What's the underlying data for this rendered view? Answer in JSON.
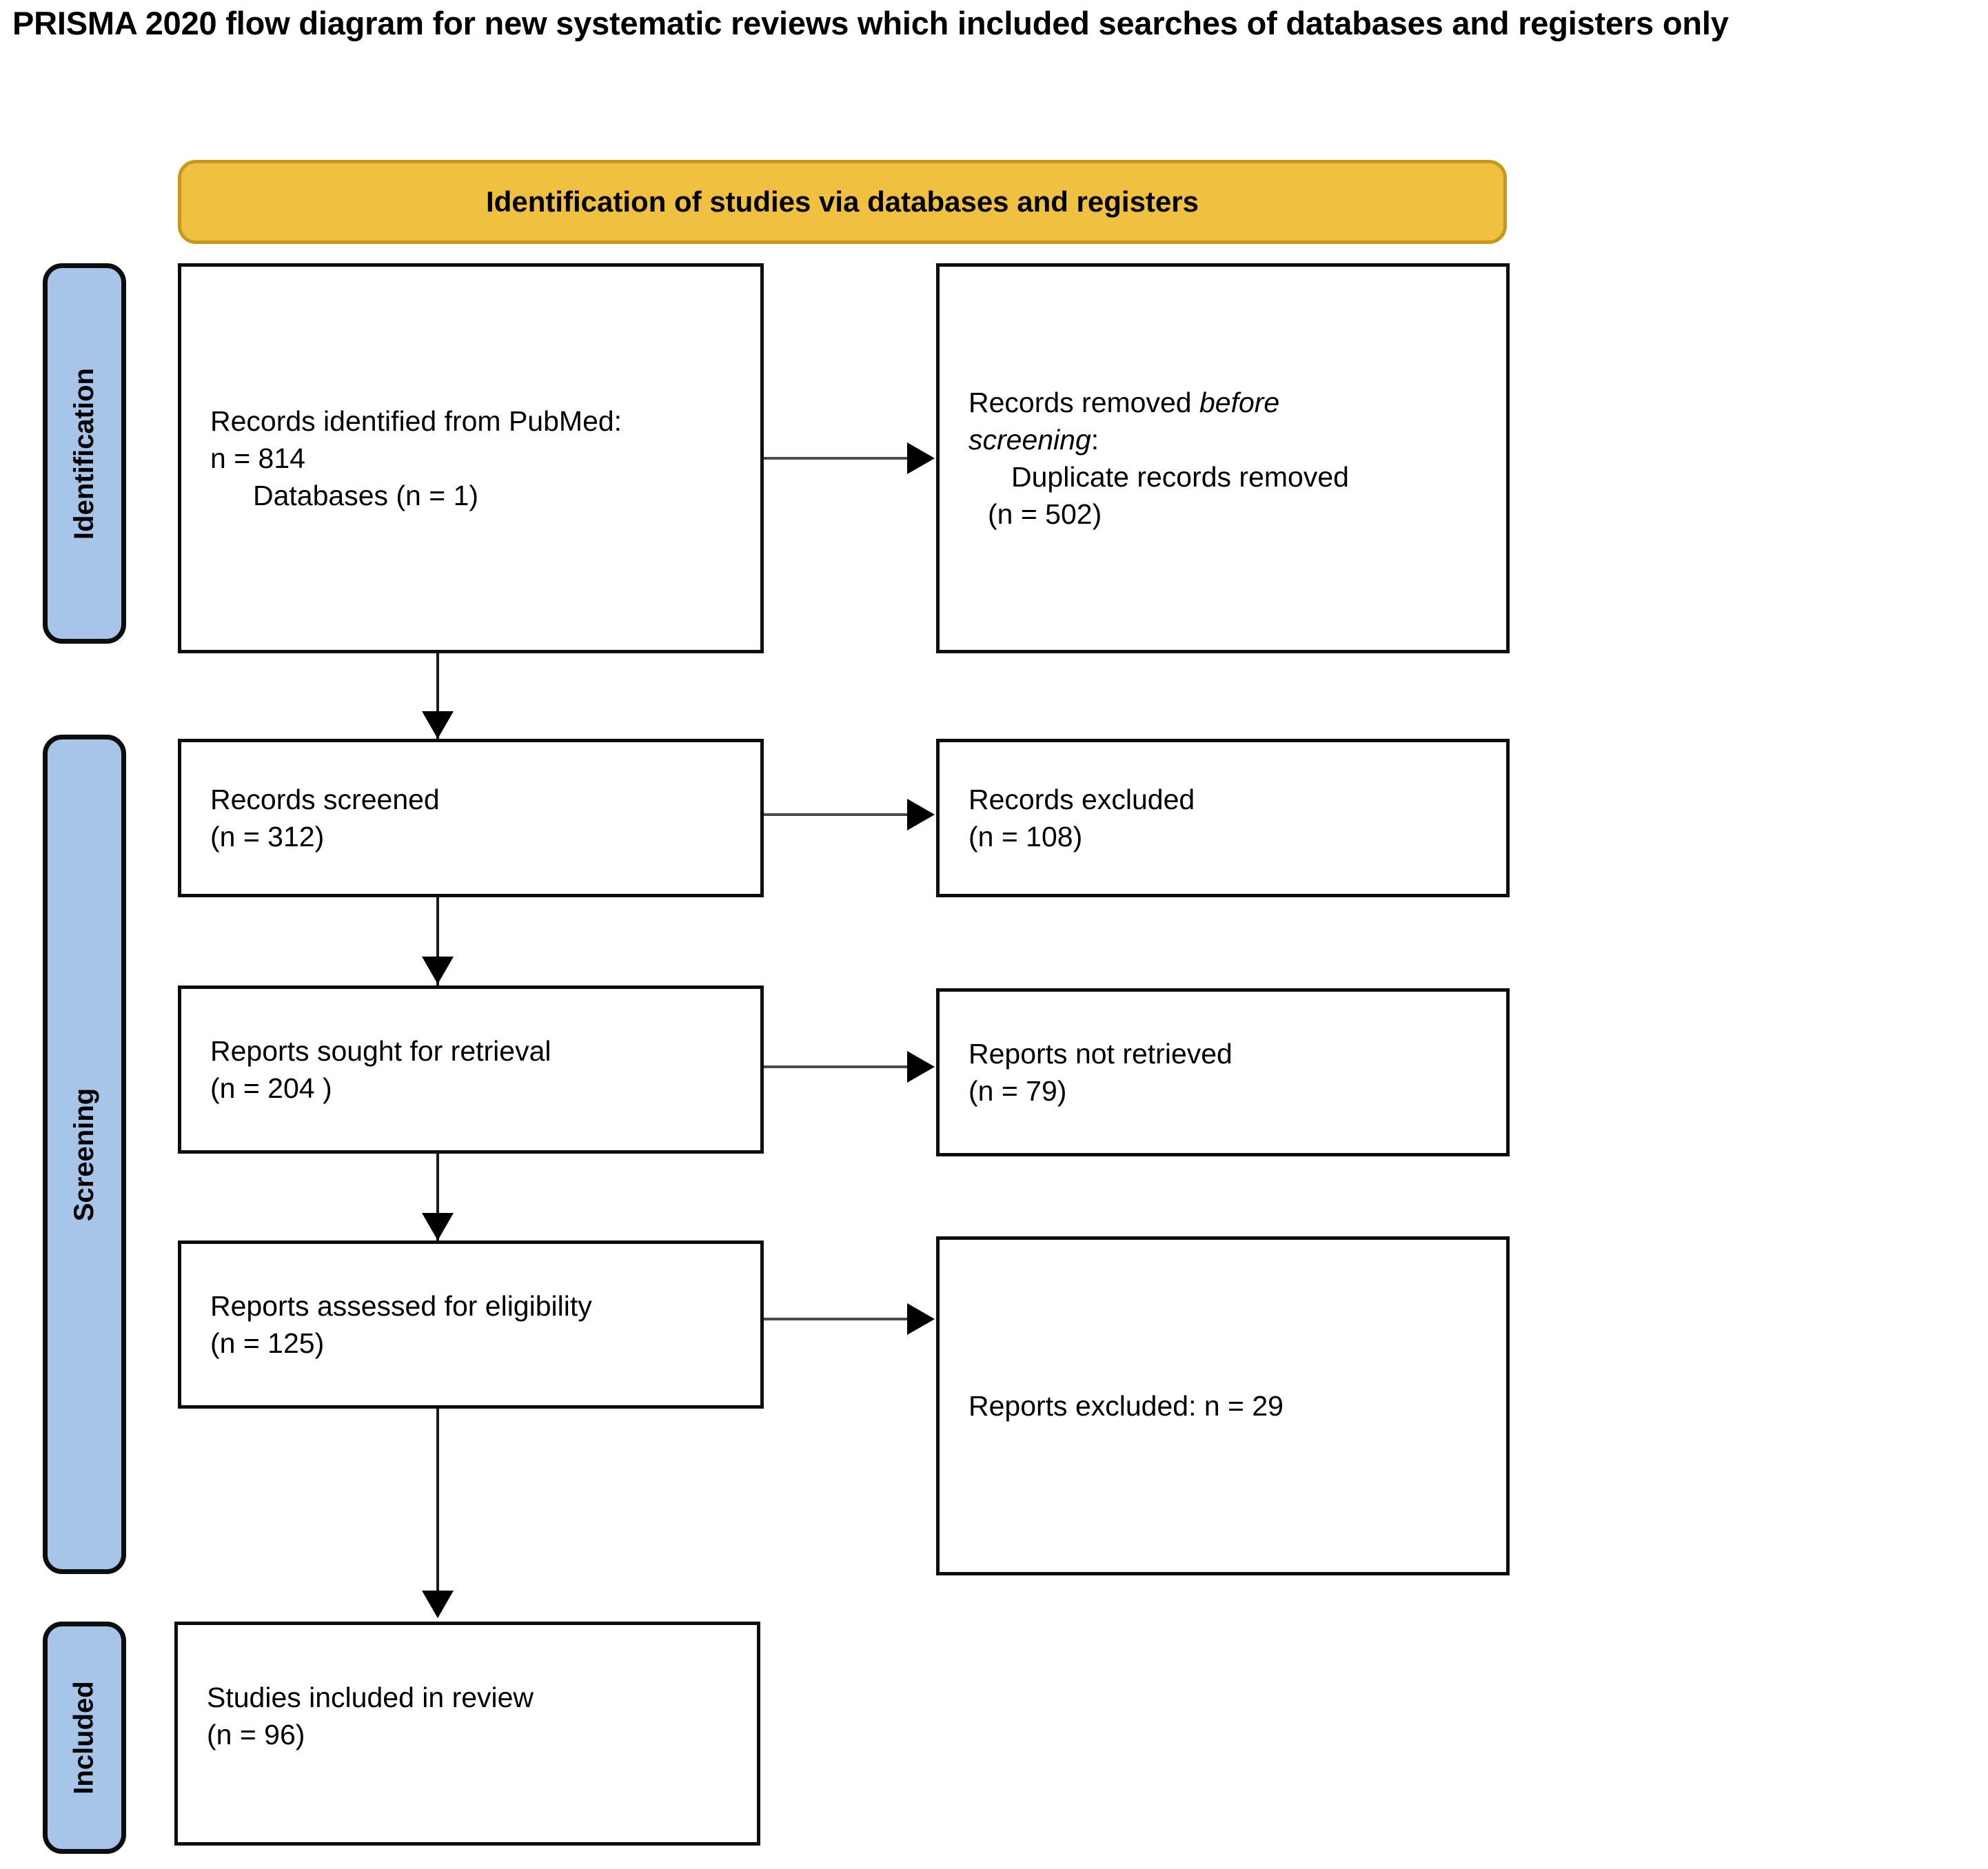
{
  "title": "PRISMA 2020 flow diagram for new systematic reviews which included searches of databases and registers only",
  "colors": {
    "banner_fill": "#f0c040",
    "banner_border": "#c8971e",
    "rail_fill": "#a7c5e8",
    "rail_border": "#0d0d0d",
    "box_border": "#0d0d0d",
    "box_fill": "#ffffff",
    "connector": "#000000"
  },
  "banner": {
    "label": "Identification of studies via databases and registers"
  },
  "phases": [
    {
      "key": "identification",
      "label": "Identification"
    },
    {
      "key": "screening",
      "label": "Screening"
    },
    {
      "key": "included",
      "label": "Included"
    }
  ],
  "boxes": {
    "identified": {
      "line1": "Records identified from PubMed:",
      "line2": "n = 814",
      "line3": "Databases (n = 1)"
    },
    "removed": {
      "line1_a": "Records removed ",
      "line1_b": "before",
      "line2_a": "screening",
      "line2_b": ":",
      "line3": "Duplicate records removed",
      "line4": "(n = 502)"
    },
    "screened": {
      "line1": "Records screened",
      "line2": "(n = 312)"
    },
    "records_excluded": {
      "line1": "Records excluded",
      "line2": "(n = 108)"
    },
    "sought": {
      "line1": "Reports sought for retrieval",
      "line2": "(n = 204 )"
    },
    "not_retrieved": {
      "line1": "Reports not retrieved",
      "line2": "(n = 79)"
    },
    "assessed": {
      "line1": "Reports assessed for eligibility",
      "line2": "(n = 125)"
    },
    "reports_excluded": {
      "line1": "Reports excluded: n = 29"
    },
    "included_studies": {
      "line1": "Studies included in review",
      "line2": "(n = 96)"
    }
  },
  "chart_data": {
    "type": "diagram",
    "title": "PRISMA 2020 flow diagram for new systematic reviews which included searches of databases and registers only",
    "stage": "Identification of studies via databases and registers",
    "phases": [
      "Identification",
      "Screening",
      "Included"
    ],
    "nodes": [
      {
        "id": "identified",
        "phase": "Identification",
        "label": "Records identified from PubMed",
        "n": 814,
        "sources": [
          {
            "label": "Databases",
            "n": 1
          }
        ]
      },
      {
        "id": "removed",
        "phase": "Identification",
        "label": "Records removed before screening: Duplicate records removed",
        "n": 502
      },
      {
        "id": "screened",
        "phase": "Screening",
        "label": "Records screened",
        "n": 312
      },
      {
        "id": "records_excluded",
        "phase": "Screening",
        "label": "Records excluded",
        "n": 108
      },
      {
        "id": "sought",
        "phase": "Screening",
        "label": "Reports sought for retrieval",
        "n": 204
      },
      {
        "id": "not_retrieved",
        "phase": "Screening",
        "label": "Reports not retrieved",
        "n": 79
      },
      {
        "id": "assessed",
        "phase": "Screening",
        "label": "Reports assessed for eligibility",
        "n": 125
      },
      {
        "id": "reports_excluded",
        "phase": "Screening",
        "label": "Reports excluded",
        "n": 29
      },
      {
        "id": "included_studies",
        "phase": "Included",
        "label": "Studies included in review",
        "n": 96
      }
    ],
    "edges": [
      {
        "from": "identified",
        "to": "removed",
        "direction": "right"
      },
      {
        "from": "identified",
        "to": "screened",
        "direction": "down"
      },
      {
        "from": "screened",
        "to": "records_excluded",
        "direction": "right"
      },
      {
        "from": "screened",
        "to": "sought",
        "direction": "down"
      },
      {
        "from": "sought",
        "to": "not_retrieved",
        "direction": "right"
      },
      {
        "from": "sought",
        "to": "assessed",
        "direction": "down"
      },
      {
        "from": "assessed",
        "to": "reports_excluded",
        "direction": "right"
      },
      {
        "from": "assessed",
        "to": "included_studies",
        "direction": "down"
      }
    ]
  }
}
